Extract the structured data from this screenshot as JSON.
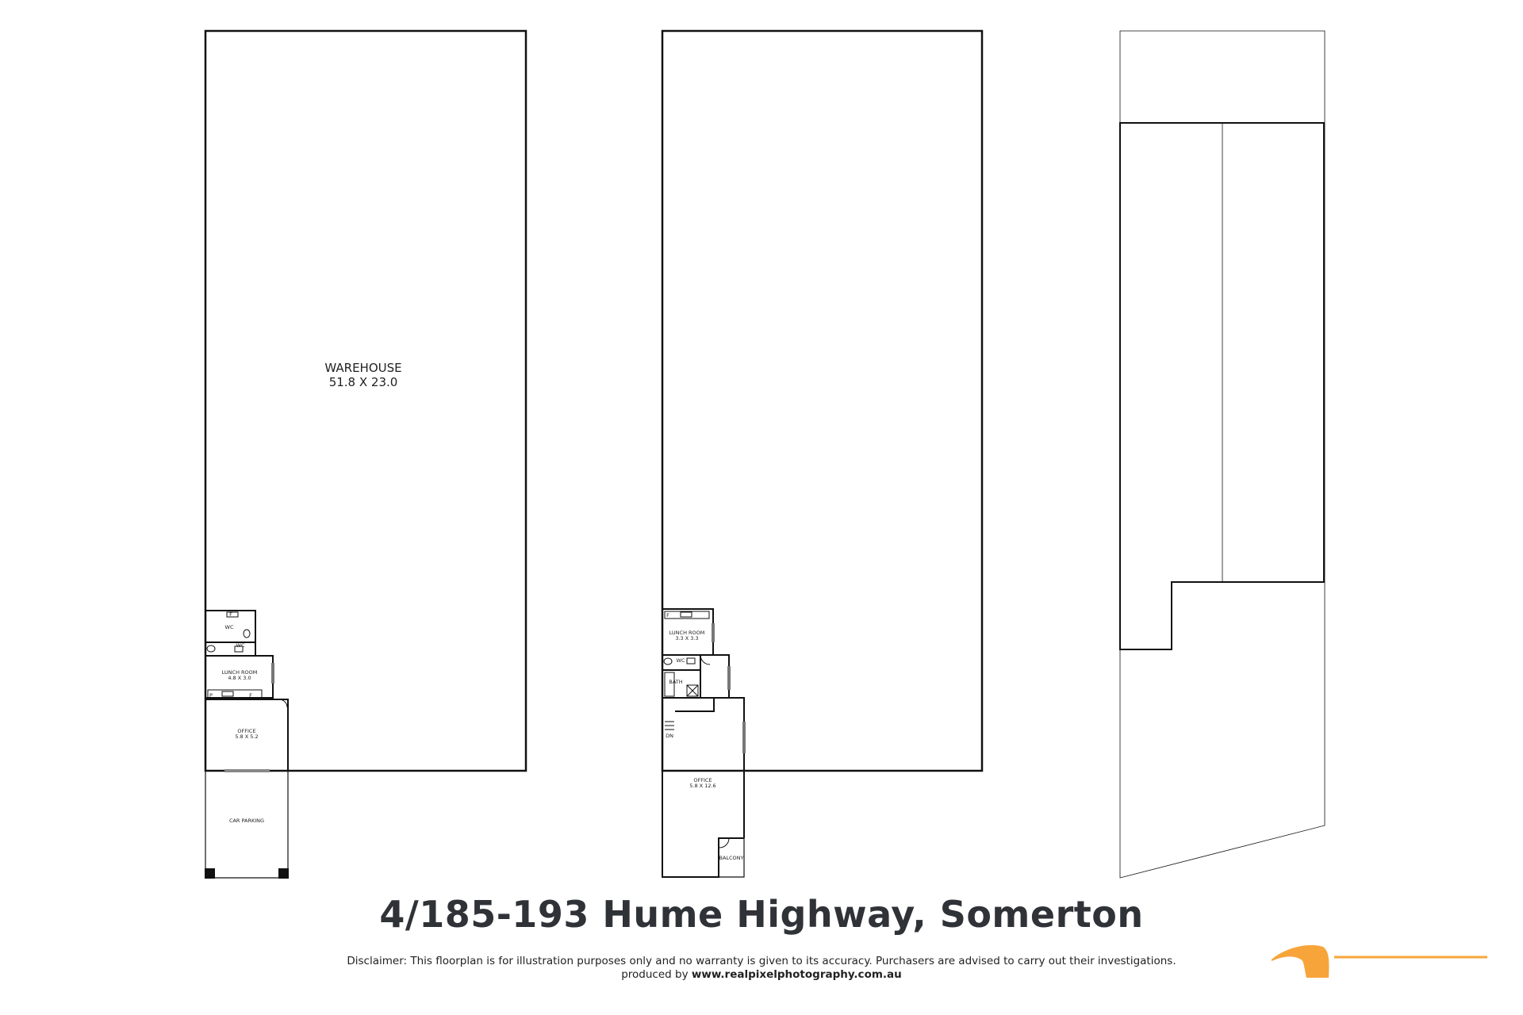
{
  "title": "4/185-193 Hume Highway, Somerton",
  "disclaimer": "Disclaimer: This floorplan is for illustration purposes only and no warranty is given to its accuracy. Purchasers are advised to carry out their investigations.",
  "produced_by_prefix": "produced by",
  "produced_by_url": "www.realpixelphotography.com.au",
  "ground_floor": {
    "warehouse_name": "WAREHOUSE",
    "warehouse_dims": "51.8 X 23.0",
    "wc_1": "WC",
    "wc_2": "WC",
    "lunch_room_name": "LUNCH ROOM",
    "lunch_room_dims": "4.8 X 3.0",
    "office_name": "OFFICE",
    "office_dims": "5.8 X 5.2",
    "car_parking": "CAR PARKING",
    "fridge_1": "F",
    "fridge_2": "F",
    "pantry": "P"
  },
  "first_floor": {
    "lunch_room_name": "LUNCH ROOM",
    "lunch_room_dims": "3.3 X 3.3",
    "wc": "WC",
    "bath": "BATH",
    "stairs_dn": "DN",
    "office_name": "OFFICE",
    "office_dims": "5.8 X 12.6",
    "balcony": "BALCONY",
    "fridge": "F"
  },
  "colors": {
    "wall": "#111111",
    "title": "#2f3237",
    "logo_accent": "#f7a53a"
  }
}
